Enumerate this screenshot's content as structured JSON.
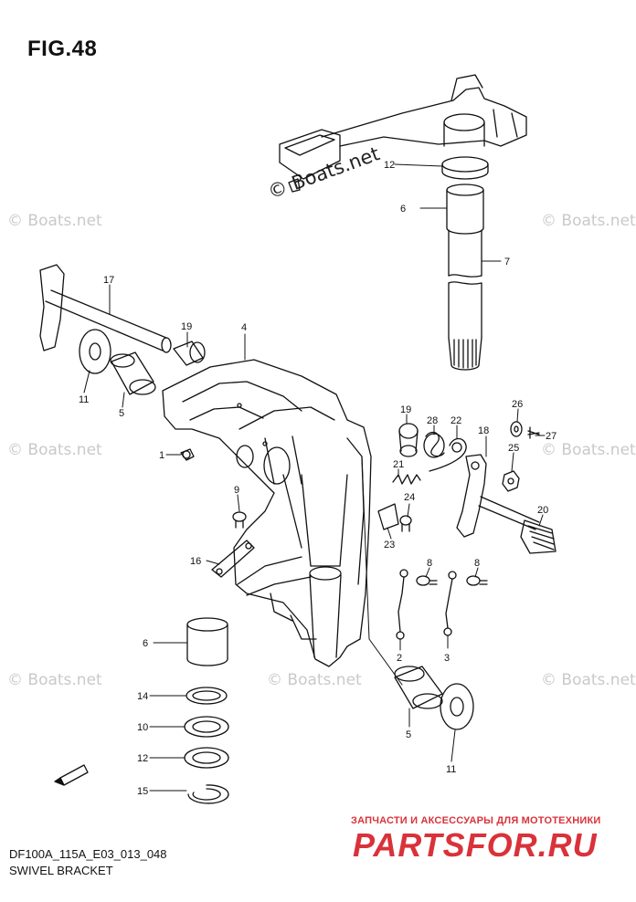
{
  "figure": {
    "title": "FIG.48",
    "code": "DF100A_115A_E03_013_048",
    "caption": "SWIVEL BRACKET"
  },
  "watermarks": {
    "main": "© Boats.net",
    "faint": "© Boats.net"
  },
  "shop": {
    "tagline": "ЗАПЧАСТИ И АКСЕССУАРЫ ДЛЯ МОТОТЕХНИКИ",
    "logo": "PARTSFOR.RU"
  },
  "callouts": [
    {
      "id": "c12a",
      "label": "12"
    },
    {
      "id": "c6a",
      "label": "6"
    },
    {
      "id": "c7",
      "label": "7"
    },
    {
      "id": "c17",
      "label": "17"
    },
    {
      "id": "c19a",
      "label": "19"
    },
    {
      "id": "c4",
      "label": "4"
    },
    {
      "id": "c11a",
      "label": "11"
    },
    {
      "id": "c5a",
      "label": "5"
    },
    {
      "id": "c1",
      "label": "1"
    },
    {
      "id": "c19b",
      "label": "19"
    },
    {
      "id": "c28",
      "label": "28"
    },
    {
      "id": "c22",
      "label": "22"
    },
    {
      "id": "c26",
      "label": "26"
    },
    {
      "id": "c27",
      "label": "27"
    },
    {
      "id": "c18",
      "label": "18"
    },
    {
      "id": "c25",
      "label": "25"
    },
    {
      "id": "c21",
      "label": "21"
    },
    {
      "id": "c24",
      "label": "24"
    },
    {
      "id": "c20",
      "label": "20"
    },
    {
      "id": "c9",
      "label": "9"
    },
    {
      "id": "c23",
      "label": "23"
    },
    {
      "id": "c16",
      "label": "16"
    },
    {
      "id": "c8a",
      "label": "8"
    },
    {
      "id": "c8b",
      "label": "8"
    },
    {
      "id": "c2",
      "label": "2"
    },
    {
      "id": "c3",
      "label": "3"
    },
    {
      "id": "c6b",
      "label": "6"
    },
    {
      "id": "c14",
      "label": "14"
    },
    {
      "id": "c10",
      "label": "10"
    },
    {
      "id": "c12b",
      "label": "12"
    },
    {
      "id": "c15",
      "label": "15"
    },
    {
      "id": "c5b",
      "label": "5"
    },
    {
      "id": "c11b",
      "label": "11"
    }
  ]
}
